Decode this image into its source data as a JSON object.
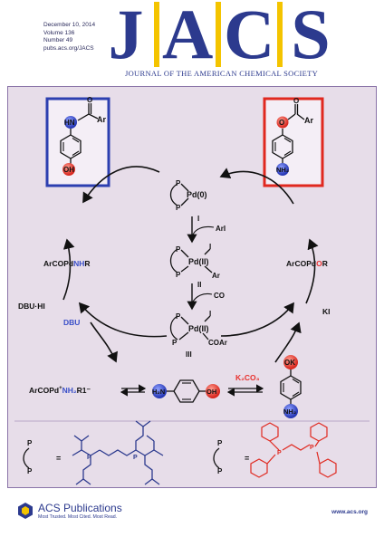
{
  "issue": {
    "date": "December 10, 2014",
    "volume": "Volume 136",
    "number": "Number 49",
    "url": "pubs.acs.org/JACS"
  },
  "masthead": {
    "letters": [
      "J",
      "A",
      "C",
      "S"
    ],
    "journal_name": "JOURNAL OF THE AMERICAN CHEMICAL SOCIETY"
  },
  "scheme": {
    "left_product": {
      "hn": "HN",
      "ar": "Ar",
      "o_top": "O",
      "oh": "OH"
    },
    "right_product": {
      "o_ring": "O",
      "o_top": "O",
      "ar": "Ar",
      "nh2": "NH₂"
    },
    "pd0": "Pd(0)",
    "pd2": "Pd(II)",
    "p": "P",
    "i_label": "I",
    "ar_label": "Ar",
    "coar": "COAr",
    "step_I": "I",
    "step_II": "II",
    "step_III": "III",
    "reagent_ArI": "ArI",
    "reagent_CO": "CO",
    "left_intermediate": {
      "prefix": "ArCOPd",
      "highlight": "NH",
      "suffix": "R"
    },
    "right_intermediate": {
      "prefix": "ArCOPd",
      "highlight": "O",
      "suffix": "R"
    },
    "dbu_hi": "DBU·HI",
    "dbu": "DBU",
    "ki": "KI",
    "ammonium": {
      "prefix": "ArCOPd",
      "plus": "+",
      "nh2": "NH₂",
      "suffix": "R1⁻"
    },
    "aminophenol": {
      "h2n": "H₂N",
      "oh": "OH"
    },
    "k2co3": "K₂CO₃",
    "phenoxide": {
      "ok": "OK",
      "nh2": "NH₂"
    },
    "equals": "=",
    "colors": {
      "blue": "#3a4fc8",
      "red": "#e8312e",
      "panel": "#e7dde9",
      "border": "#8a74a8"
    }
  },
  "footer": {
    "publisher": "ACS Publications",
    "tagline": "Most Trusted. Most Cited. Most Read.",
    "website": "www.acs.org"
  }
}
